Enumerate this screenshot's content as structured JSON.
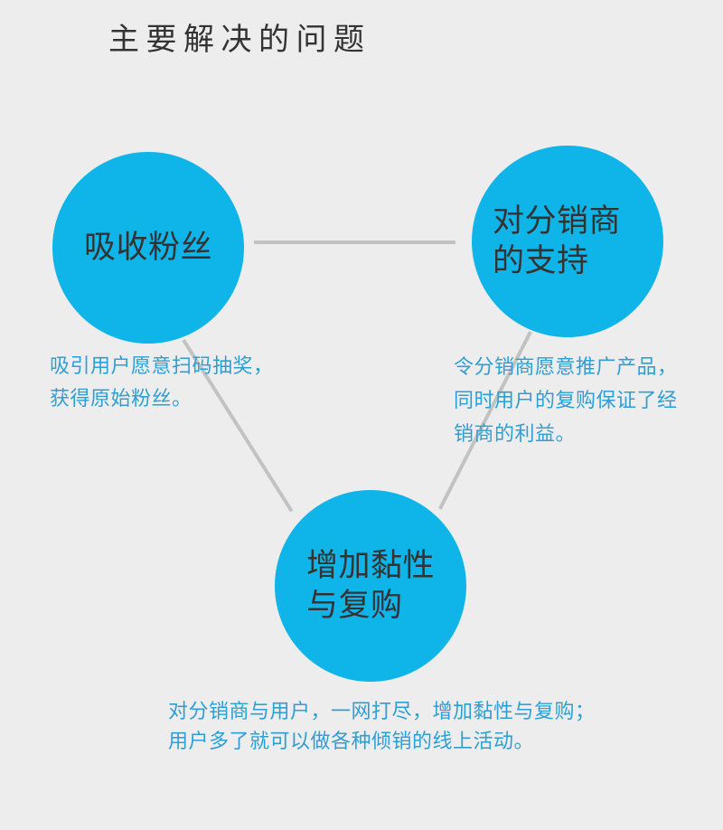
{
  "title": "主要解决的问题",
  "colors": {
    "background": "#EDEDED",
    "circle_fill": "#0FB5E9",
    "circle_text": "#333333",
    "title_text": "#333333",
    "description_text": "#2D9FD4",
    "connector": "#C2C2C2"
  },
  "nodes": [
    {
      "id": "absorb-fans",
      "label_lines": [
        "吸收粉丝"
      ]
    },
    {
      "id": "distributor-support",
      "label_lines": [
        "对分销商",
        "的支持"
      ]
    },
    {
      "id": "stickiness-repurchase",
      "label_lines": [
        "增加黏性",
        "与复购"
      ]
    }
  ],
  "descriptions": [
    {
      "id": "absorb-fans-desc",
      "lines": [
        "吸引用户愿意扫码抽奖，",
        "获得原始粉丝。"
      ]
    },
    {
      "id": "distributor-support-desc",
      "lines": [
        "令分销商愿意推广产品，",
        "同时用户的复购保证了经",
        "销商的利益。"
      ]
    },
    {
      "id": "stickiness-repurchase-desc",
      "lines": [
        "对分销商与用户，一网打尽，增加黏性与复购；",
        "用户多了就可以做各种倾销的线上活动。"
      ]
    }
  ]
}
